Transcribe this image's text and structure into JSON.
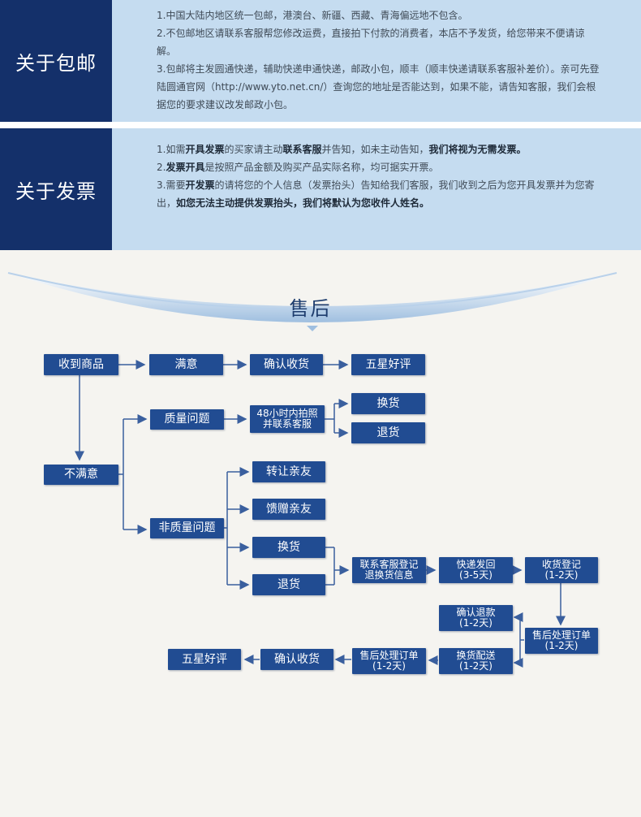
{
  "shipping": {
    "title": "关于包邮",
    "lines": [
      "1.中国大陆内地区统一包邮，港澳台、新疆、西藏、青海偏远地不包含。",
      "2.不包邮地区请联系客服帮您修改运费，直接拍下付款的消费者，本店不予发货，给您带来不便请谅解。",
      "3.包邮将主发圆通快递，辅助快递申通快递，邮政小包，顺丰（顺丰快递请联系客服补差价）。亲可先登陆圆通官网（http://www.yto.net.cn/）查询您的地址是否能达到，如果不能，请告知客服，我们会根据您的要求建议改发邮政小包。"
    ]
  },
  "invoice": {
    "title": "关于发票",
    "line1": {
      "a": "1.如需",
      "b": "开具发票",
      "c": "的买家请主动",
      "d": "联系客服",
      "e": "并告知，如未主动告知，",
      "f": "我们将视为无需发票。"
    },
    "line2": {
      "a": "2.",
      "b": "发票开具",
      "c": "是按照产品金额及购买产品实际名称，均可据实开票。"
    },
    "line3": {
      "a": "3.需要",
      "b": "开发票",
      "c": "的请将您的个人信息（发票抬头）告知给我们客服，我们收到之后为您开具发票并为您寄出，",
      "d": "如您无法主动提供发票抬头，我们将默认为您收件人姓名。"
    }
  },
  "after_sales": {
    "title": "售后",
    "nodes": {
      "received": "收到商品",
      "satisfied": "满意",
      "confirm_receipt_1": "确认收货",
      "five_star_1": "五星好评",
      "unsatisfied": "不满意",
      "quality_issue": "质量问题",
      "photo_contact_l1": "48小时内拍照",
      "photo_contact_l2": "并联系客服",
      "exchange_1": "换货",
      "return_1": "退货",
      "non_quality_issue": "非质量问题",
      "transfer_friend": "转让亲友",
      "gift_friend": "馈赠亲友",
      "exchange_2": "换货",
      "return_2": "退货",
      "register_l1": "联系客服登记",
      "register_l2": "退换货信息",
      "express_back_l1": "快递发回",
      "express_back_l2": "(3-5天)",
      "receive_register_l1": "收货登记",
      "receive_register_l2": "(1-2天)",
      "confirm_refund_l1": "确认退款",
      "confirm_refund_l2": "(1-2天)",
      "process_order_r_l1": "售后处理订单",
      "process_order_r_l2": "(1-2天)",
      "exchange_delivery_l1": "换货配送",
      "exchange_delivery_l2": "(1-2天)",
      "process_order_l_l1": "售后处理订单",
      "process_order_l_l2": "(1-2天)",
      "confirm_receipt_2": "确认收货",
      "five_star_2": "五星好评"
    }
  },
  "colors": {
    "title_bg": "#14306a",
    "body_bg": "#c5dcf0",
    "node_bg": "#214c92",
    "line": "#3a5f9e",
    "page_bg": "#f5f4f0"
  }
}
